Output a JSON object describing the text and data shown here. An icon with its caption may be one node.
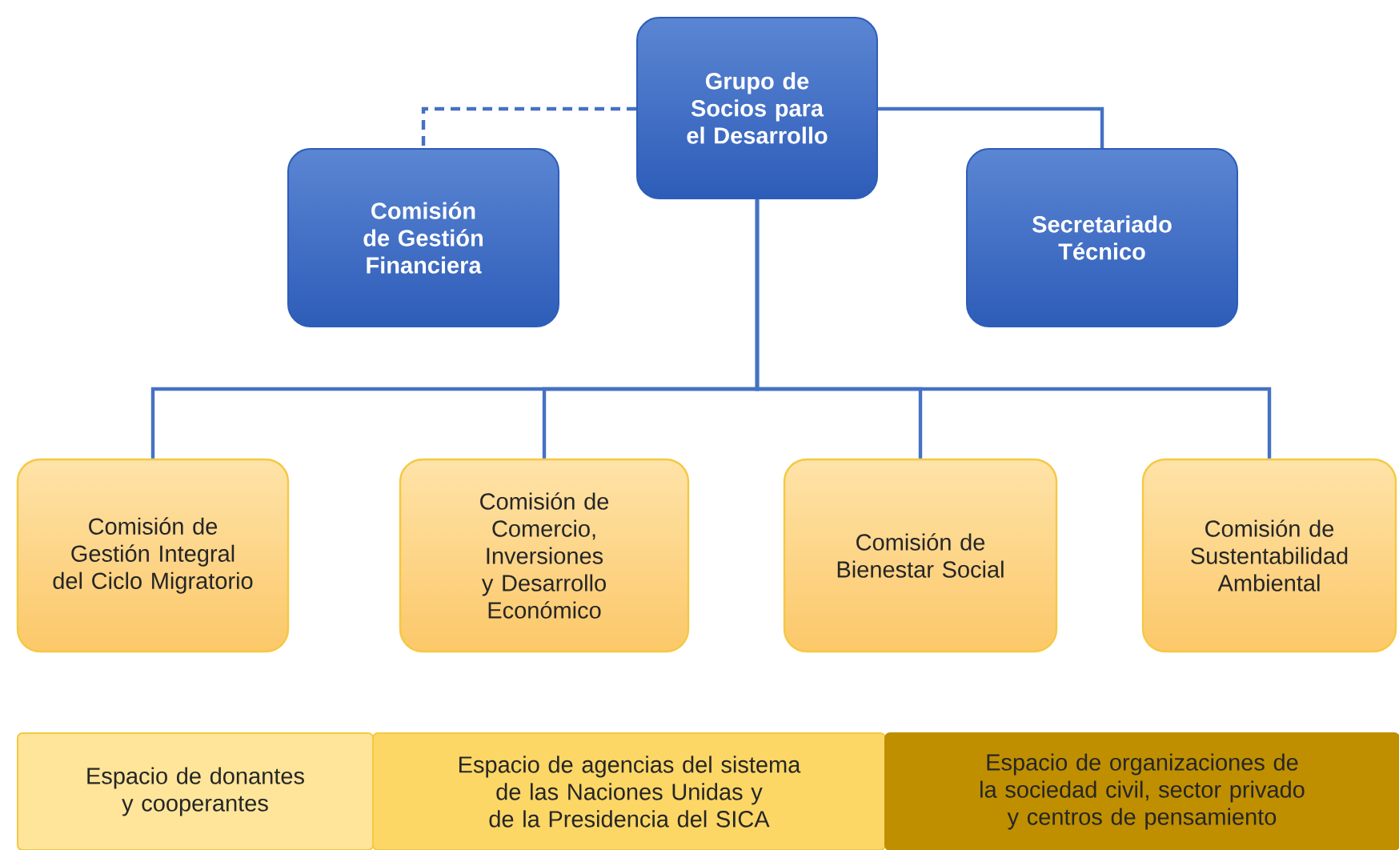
{
  "diagram": {
    "nodes": [
      {
        "text": [
          "Grupo de Socios para el Desarrollo"
        ]
      },
      {
        "text": [
          "Comisión de Gestión Financiera"
        ]
      },
      {
        "text": [
          "Secretariado Técnico"
        ]
      },
      {
        "text": [
          "Comisión de Gestión Integral del Ciclo Migratorio"
        ]
      },
      {
        "text": [
          "Comisión de Comercio, Inversiones y Desarrollo Económico"
        ]
      },
      {
        "text": [
          "Comisión de Bienestar Social"
        ]
      },
      {
        "text": [
          "Comisión de Sustentabilidad Ambiental"
        ]
      },
      {
        "text": [
          "Espacio de donantes y cooperantes"
        ]
      },
      {
        "text": [
          "Espacio de agencias del sistema de las Naciones Unidas y de la Presidencia del SICA"
        ]
      },
      {
        "text": [
          "Espacio de organizaciones de la sociedad civil, sector privado y centros de pensamiento"
        ]
      }
    ],
    "edges": [
      {
        "from": 0,
        "to": 1,
        "arrow": "none",
        "style": "dashed"
      },
      {
        "from": 0,
        "to": 2,
        "arrow": "none"
      },
      {
        "from": 0,
        "to": 3,
        "arrow": "none"
      },
      {
        "from": 0,
        "to": 4,
        "arrow": "none"
      },
      {
        "from": 0,
        "to": 5,
        "arrow": "none"
      },
      {
        "from": 0,
        "to": 6,
        "arrow": "none"
      }
    ]
  }
}
